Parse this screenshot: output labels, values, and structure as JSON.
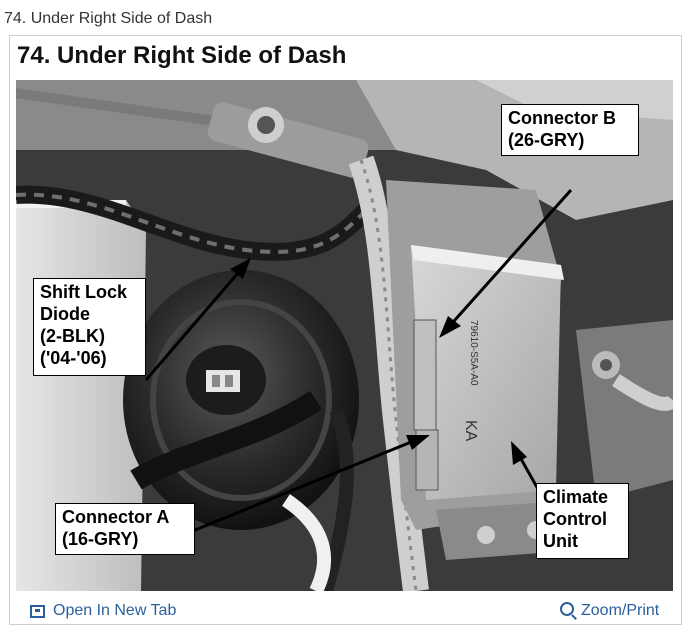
{
  "page": {
    "top_title": "74. Under Right Side of Dash"
  },
  "card": {
    "title": "74. Under Right Side of Dash"
  },
  "callouts": {
    "connector_b": "Connector B\n(26-GRY)",
    "shift_lock_diode": "Shift Lock\nDiode\n(2-BLK)\n('04-'06)",
    "connector_a": "Connector A\n(16-GRY)",
    "climate_control_unit": "Climate\nControl\nUnit"
  },
  "module_label": {
    "part_number": "79610-S5A-A0",
    "code": "KA"
  },
  "footer": {
    "open_new_tab": "Open In New Tab",
    "zoom_print": "Zoom/Print"
  },
  "icons": {
    "open_new_tab": "open-new-tab-icon",
    "zoom": "zoom-icon"
  },
  "colors": {
    "link": "#2a5f9e",
    "callout_border": "#000000"
  }
}
